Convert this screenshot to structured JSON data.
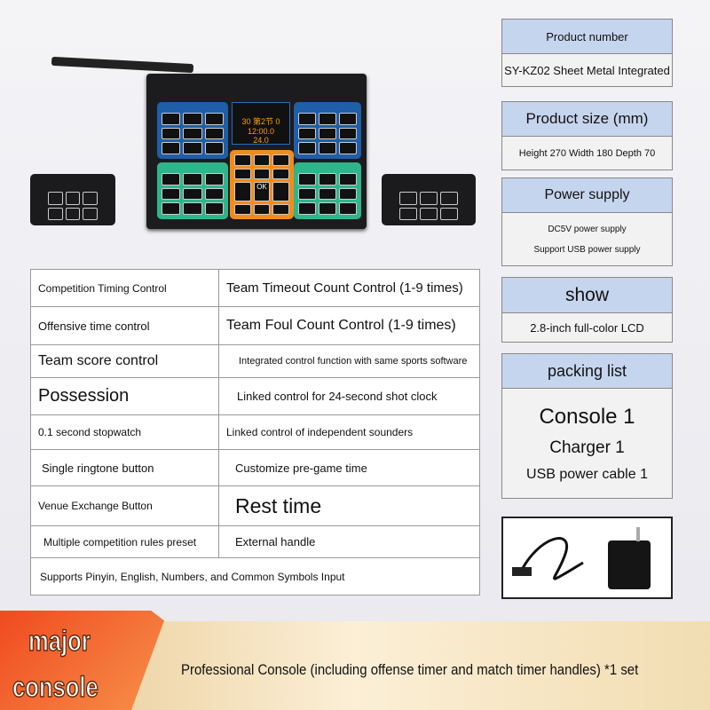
{
  "product_image": {
    "display": {
      "line1": "30 第2节 0",
      "line2": "12:00.0",
      "line3": "24.0"
    },
    "ok_label": "OK"
  },
  "features": [
    [
      "Competition Timing Control",
      "Team Timeout Count Control (1-9 times)"
    ],
    [
      "Offensive time control",
      "Team Foul Count Control (1-9 times)"
    ],
    [
      "Team score control",
      "Integrated control function with same sports software"
    ],
    [
      "Possession",
      "Linked control for 24-second shot clock"
    ],
    [
      "0.1 second stopwatch",
      "Linked control of independent sounders"
    ],
    [
      "Single ringtone button",
      "Customize pre-game time"
    ],
    [
      "Venue Exchange Button",
      "Rest time"
    ],
    [
      "Multiple competition rules preset",
      "External handle"
    ]
  ],
  "features_last": "Supports Pinyin, English, Numbers, and Common Symbols Input",
  "specs": {
    "product_number": {
      "label": "Product number",
      "value": "SY-KZ02 Sheet Metal Integrated"
    },
    "product_size": {
      "label": "Product size (mm)",
      "value": "Height 270 Width 180 Depth 70"
    },
    "power_supply": {
      "label": "Power supply",
      "values": [
        "DC5V power supply",
        "Support USB power supply"
      ]
    },
    "show": {
      "label": "show",
      "value": "2.8-inch full-color LCD"
    },
    "packing_list": {
      "label": "packing list",
      "items": [
        "Console 1",
        "Charger 1",
        "USB power cable 1"
      ]
    }
  },
  "banner": {
    "ribbon_line1": "major",
    "ribbon_line2": "console",
    "text": "Professional Console (including offense timer and match timer handles) *1 set"
  }
}
